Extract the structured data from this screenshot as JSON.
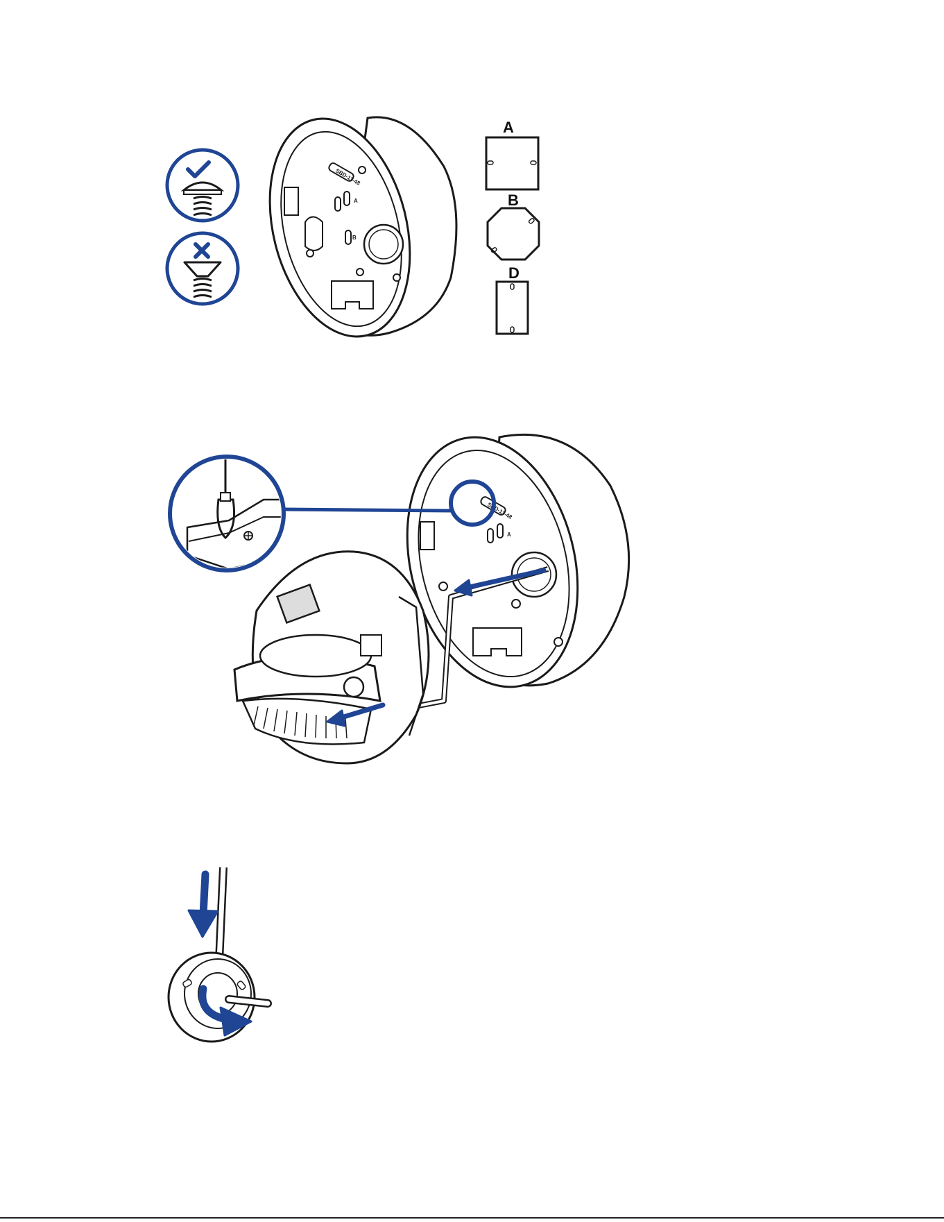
{
  "colors": {
    "accent": "#1f4594",
    "line": "#1a1a1a"
  },
  "figure1": {
    "screw_ok_icon": "check-icon",
    "screw_bad_icon": "x-icon",
    "box_labels": {
      "square": "A",
      "octagon": "B",
      "single_gang": "D"
    },
    "part_label": "SBD-11-48",
    "mount_hole_labels": [
      "A",
      "B"
    ]
  },
  "figure2": {
    "part_label": "SBD-11-48",
    "mount_hole_label": "A"
  },
  "figure3": {}
}
